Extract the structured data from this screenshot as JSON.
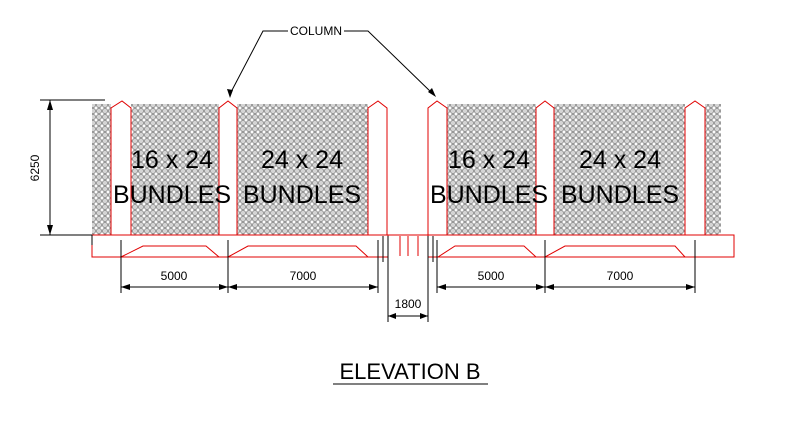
{
  "callout": {
    "label": "COLUMN"
  },
  "height_dim": {
    "value": "6250"
  },
  "bays": [
    {
      "size": "16 x 24",
      "word": "BUNDLES"
    },
    {
      "size": "24 x 24",
      "word": "BUNDLES"
    },
    {
      "size": "16 x 24",
      "word": "BUNDLES"
    },
    {
      "size": "24 x 24",
      "word": "BUNDLES"
    }
  ],
  "dimensions": {
    "left_5000": "5000",
    "left_7000": "7000",
    "gap_1800": "1800",
    "right_5000": "5000",
    "right_7000": "7000"
  },
  "title": "ELEVATION B",
  "colors": {
    "outline": "#e00000",
    "lines": "#000000",
    "bundle_fill": "#c8c8c8"
  }
}
